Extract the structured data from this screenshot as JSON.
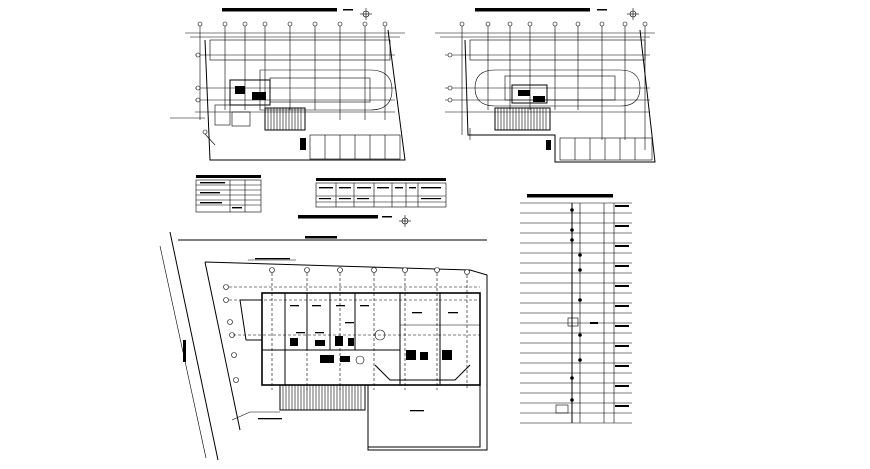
{
  "drawing": {
    "background": "#ffffff",
    "line_color": "#000000",
    "sheets": [
      {
        "id": "basement-plan-left",
        "kind": "floor-plan"
      },
      {
        "id": "basement-plan-right",
        "kind": "floor-plan"
      },
      {
        "id": "ground-floor-plan",
        "kind": "floor-plan"
      },
      {
        "id": "area-schedule-table",
        "kind": "table"
      },
      {
        "id": "area-statement-table",
        "kind": "table"
      },
      {
        "id": "riser-diagram",
        "kind": "riser-diagram"
      }
    ],
    "north_arrow_icon": "north-arrow-icon",
    "grid_bubble_icon": "grid-bubble-icon"
  }
}
